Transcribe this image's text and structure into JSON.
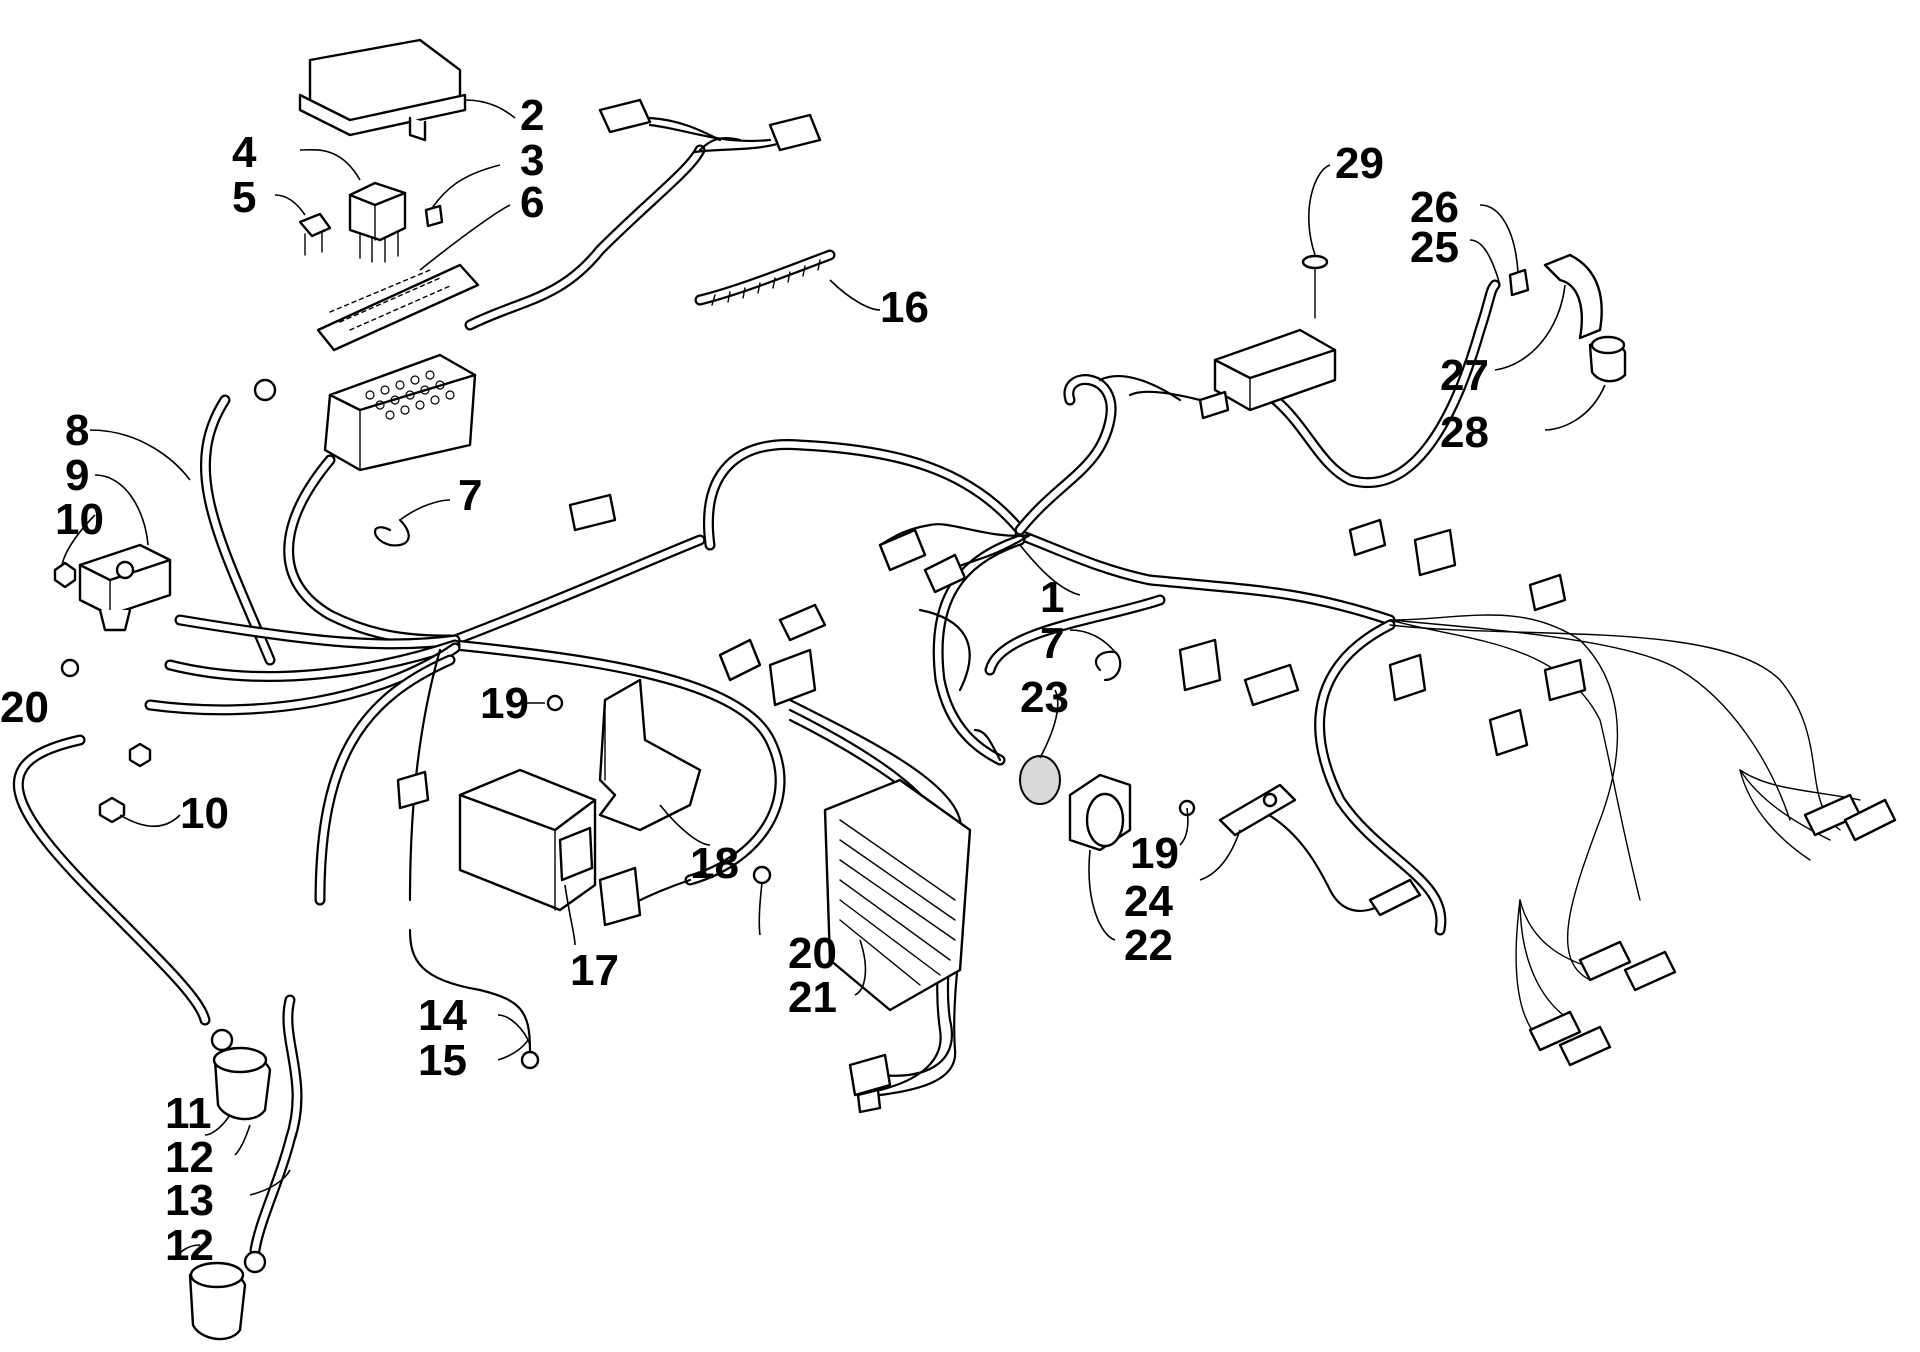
{
  "labels": {
    "l1": "1",
    "l2": "2",
    "l3": "3",
    "l4": "4",
    "l5": "5",
    "l6": "6",
    "l7a": "7",
    "l7b": "7",
    "l8": "8",
    "l9": "9",
    "l10a": "10",
    "l10b": "10",
    "l11": "11",
    "l12a": "12",
    "l12b": "12",
    "l13": "13",
    "l14": "14",
    "l15": "15",
    "l16": "16",
    "l17": "17",
    "l18": "18",
    "l19a": "19",
    "l19b": "19",
    "l20a": "20",
    "l20b": "20",
    "l21": "21",
    "l22": "22",
    "l23": "23",
    "l24": "24",
    "l25": "25",
    "l26": "26",
    "l27": "27",
    "l28": "28",
    "l29": "29"
  }
}
